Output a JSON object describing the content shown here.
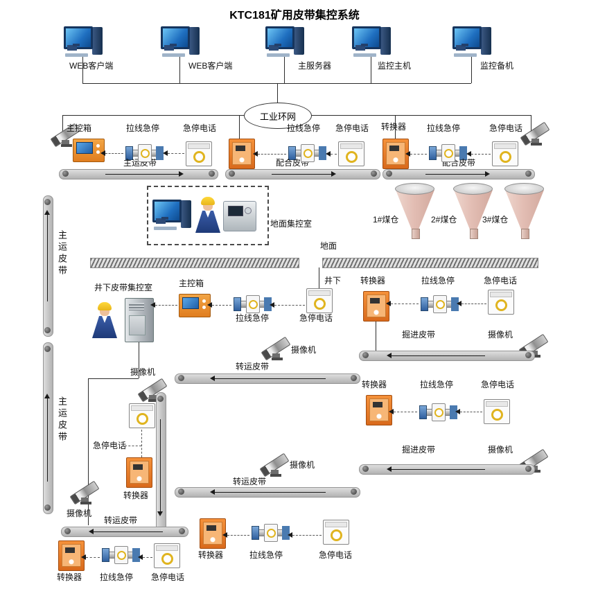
{
  "title": "KTC181矿用皮带集控系统",
  "top": {
    "computers": [
      "WEB客户端",
      "WEB客户端",
      "主服务器",
      "监控主机",
      "监控备机"
    ],
    "network": "工业环网"
  },
  "terms": {
    "main_box": "主控箱",
    "pull_stop": "拉线急停",
    "stop_phone": "急停电话",
    "converter": "转换器",
    "camera": "摄像机",
    "belt_main": "主运皮带",
    "belt_match": "配合皮带",
    "belt_heading": "掘进皮带",
    "belt_transfer": "转运皮带"
  },
  "surface": {
    "control_room": "地面集控室",
    "ground": "地面",
    "bunkers": [
      "1#煤仓",
      "2#煤仓",
      "3#煤仓"
    ]
  },
  "underground": {
    "label": "井下",
    "control_room": "井下皮带集控室"
  },
  "colors": {
    "accent_orange": "#e8842c",
    "accent_blue": "#2f6fb2",
    "accent_yellow": "#e0b41f",
    "belt_gray": "#c4c4c4"
  }
}
